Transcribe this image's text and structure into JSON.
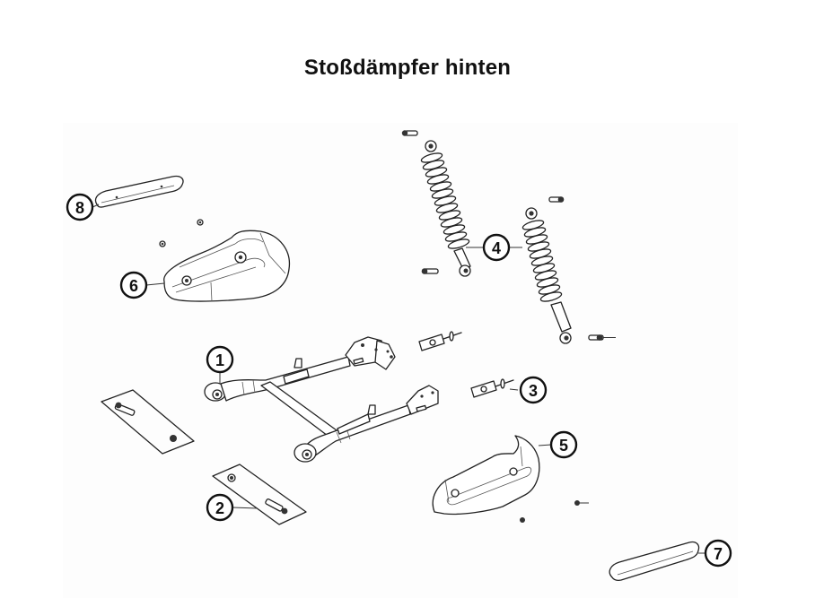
{
  "title": "Stoßdämpfer hinten",
  "callouts": [
    {
      "number": "1",
      "part": "swingarm"
    },
    {
      "number": "2",
      "part": "mounting-bolt-kit-lower"
    },
    {
      "number": "3",
      "part": "chain-adjuster"
    },
    {
      "number": "4",
      "part": "rear-shock-absorber"
    },
    {
      "number": "5",
      "part": "chain-guard-right"
    },
    {
      "number": "6",
      "part": "chain-guard-left"
    },
    {
      "number": "7",
      "part": "swingarm-trim-right"
    },
    {
      "number": "8",
      "part": "swingarm-trim-left"
    }
  ],
  "colors": {
    "line": "#222222",
    "panel": "#fdfdfd",
    "background": "#ffffff"
  }
}
